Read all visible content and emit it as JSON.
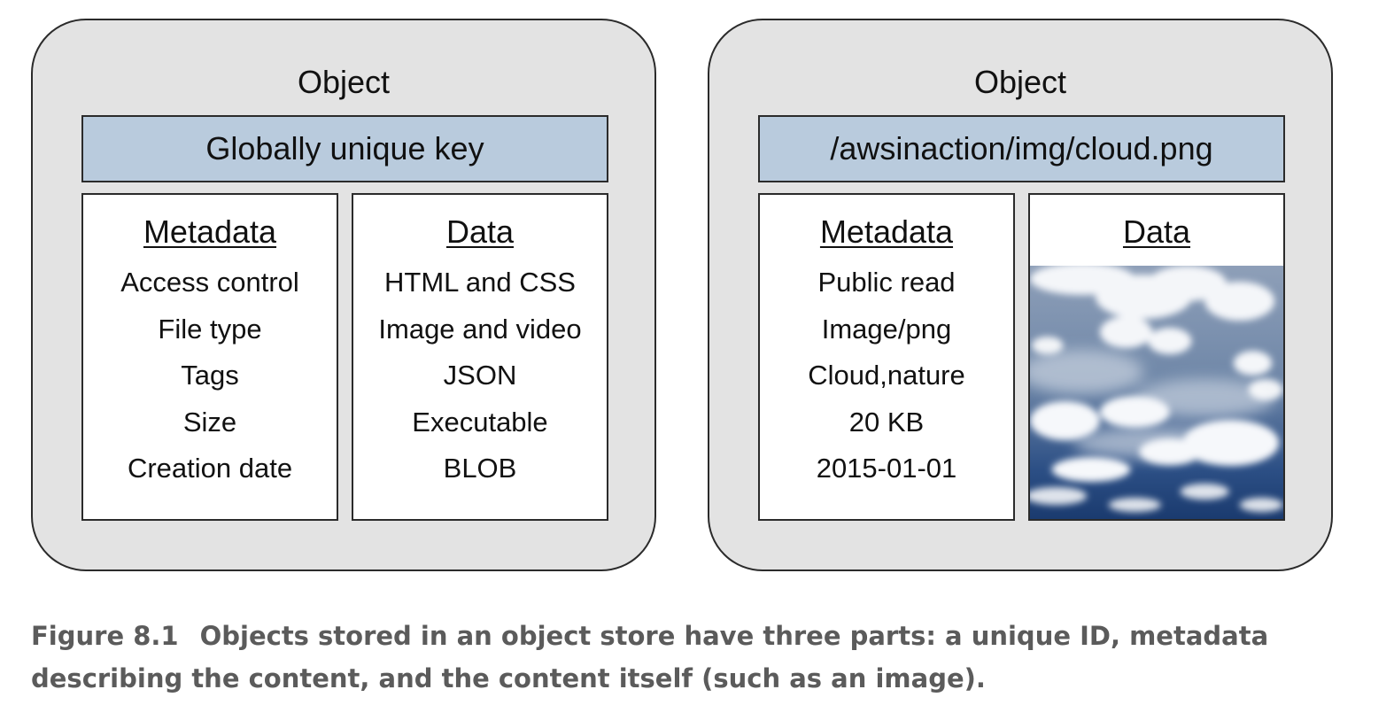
{
  "objects": [
    {
      "title": "Object",
      "key": "Globally unique key",
      "metadata": {
        "heading": "Metadata",
        "items": [
          "Access control",
          "File type",
          "Tags",
          "Size",
          "Creation date"
        ]
      },
      "data": {
        "heading": "Data",
        "items": [
          "HTML and CSS",
          "Image and video",
          "JSON",
          "Executable",
          "BLOB"
        ]
      }
    },
    {
      "title": "Object",
      "key": "/awsinaction/img/cloud.png",
      "metadata": {
        "heading": "Metadata",
        "items": [
          "Public read",
          "Image/png",
          "Cloud,nature",
          "20 KB",
          "2015-01-01"
        ]
      },
      "data": {
        "heading": "Data",
        "image": "cloudy-sky-photo"
      }
    }
  ],
  "caption": {
    "label": "Figure 8.1",
    "text": "Objects stored in an object store have three parts: a unique ID, metadata describing the content, and the content itself (such as an image)."
  },
  "colors": {
    "panel_background": "#e3e3e3",
    "key_bar": "#b9cbdd",
    "caption_text": "#5b5b5b"
  }
}
